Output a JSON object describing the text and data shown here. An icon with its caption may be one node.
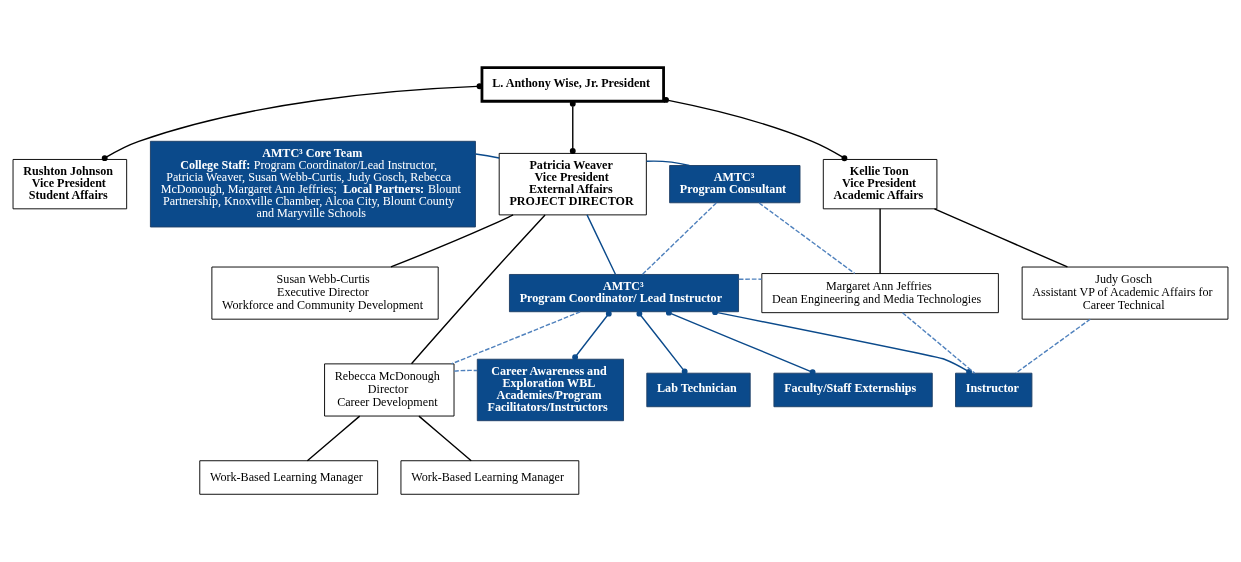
{
  "diagram": {
    "nodes": [
      {
        "text": [
          "L. Anthony Wise, Jr. President"
        ]
      },
      {
        "text": [
          "Rushton Johnson",
          "Vice President",
          "Student Affairs"
        ]
      },
      {
        "text": [
          "AMTC³ Core Team",
          "**College Staff:** Program Coordinator/Lead Instructor, Patricia Weaver, Susan Webb-Curtis, Judy Gosch, Rebecca McDonough, Margaret Ann Jeffries; **Local Partners:** Blount Partnership, Knoxville Chamber, Alcoa City, Blount County and Maryville Schools"
        ]
      },
      {
        "text": [
          "Patricia Weaver",
          "Vice President",
          "External Affairs",
          "PROJECT DIRECTOR"
        ]
      },
      {
        "text": [
          "AMTC³",
          "Program Consultant"
        ]
      },
      {
        "text": [
          "Kellie Toon",
          "Vice President",
          "Academic Affairs"
        ]
      },
      {
        "text": [
          "Susan Webb-Curtis",
          "Executive Director",
          "Workforce and Community Development"
        ]
      },
      {
        "text": [
          "AMTC³",
          "Program Coordinator/ Lead Instructor"
        ]
      },
      {
        "text": [
          "Margaret Ann Jeffries",
          "Dean Engineering and Media Technologies"
        ]
      },
      {
        "text": [
          "Judy Gosch",
          "Assistant VP of Academic Affairs for Career Technical"
        ]
      },
      {
        "text": [
          "Rebecca McDonough",
          "Director",
          "Career Development"
        ]
      },
      {
        "text": [
          "Career Awareness and Exploration WBL Academies/Program Facilitators/Instructors"
        ]
      },
      {
        "text": [
          "Lab Technician"
        ]
      },
      {
        "text": [
          "Faculty/Staff Externships"
        ]
      },
      {
        "text": [
          "Instructor"
        ]
      },
      {
        "text": [
          "Work-Based Learning Manager"
        ]
      },
      {
        "text": [
          "Work-Based Learning Manager"
        ]
      }
    ],
    "edges": [
      {
        "from": 0,
        "to": 1,
        "arrow": "other",
        "color": "#000000"
      },
      {
        "from": 0,
        "to": 3,
        "arrow": "other",
        "color": "#000000"
      },
      {
        "from": 0,
        "to": 5,
        "arrow": "other",
        "color": "#000000"
      },
      {
        "from": 2,
        "to": 3,
        "arrow": "none",
        "color": "#0b4a8b"
      },
      {
        "from": 3,
        "to": 4,
        "arrow": "none",
        "color": "#0b4a8b"
      },
      {
        "from": 3,
        "to": 6,
        "arrow": "none",
        "color": "#000000"
      },
      {
        "from": 3,
        "to": 10,
        "arrow": "none",
        "color": "#000000"
      },
      {
        "from": 3,
        "to": 7,
        "arrow": "none",
        "color": "#0b4a8b"
      },
      {
        "from": 4,
        "to": 7,
        "arrow": "none",
        "style": "dashed",
        "color": "#4f81bd"
      },
      {
        "from": 4,
        "to": 8,
        "arrow": "none",
        "style": "dashed",
        "color": "#4f81bd"
      },
      {
        "from": 5,
        "to": 8,
        "arrow": "none",
        "color": "#000000"
      },
      {
        "from": 5,
        "to": 9,
        "arrow": "none",
        "color": "#000000"
      },
      {
        "from": 7,
        "to": 10,
        "arrow": "none",
        "style": "dashed",
        "color": "#4f81bd"
      },
      {
        "from": 7,
        "to": 8,
        "arrow": "none",
        "style": "dashed",
        "color": "#4f81bd"
      },
      {
        "from": 7,
        "to": 11,
        "arrow": "other",
        "color": "#0b4a8b"
      },
      {
        "from": 7,
        "to": 12,
        "arrow": "other",
        "color": "#0b4a8b"
      },
      {
        "from": 7,
        "to": 13,
        "arrow": "other",
        "color": "#0b4a8b"
      },
      {
        "from": 7,
        "to": 14,
        "arrow": "other",
        "color": "#0b4a8b"
      },
      {
        "from": 8,
        "to": 14,
        "arrow": "none",
        "style": "dashed",
        "color": "#4f81bd"
      },
      {
        "from": 9,
        "to": 14,
        "arrow": "none",
        "style": "dashed",
        "color": "#4f81bd"
      },
      {
        "from": 10,
        "to": 11,
        "arrow": "none",
        "style": "dashed",
        "color": "#4f81bd"
      },
      {
        "from": 10,
        "to": 15,
        "arrow": "none",
        "color": "#000000"
      },
      {
        "from": 10,
        "to": 16,
        "arrow": "none",
        "color": "#000000"
      }
    ]
  }
}
